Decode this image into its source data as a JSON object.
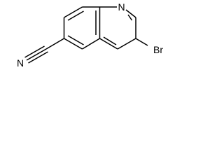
{
  "molecule": {
    "atoms": {
      "ring_nitrogen": "N",
      "nitrile_nitrogen": "N",
      "bromine": "Br"
    },
    "colors": {
      "bond": "#000000",
      "label": "#000000",
      "background": "#ffffff"
    }
  }
}
